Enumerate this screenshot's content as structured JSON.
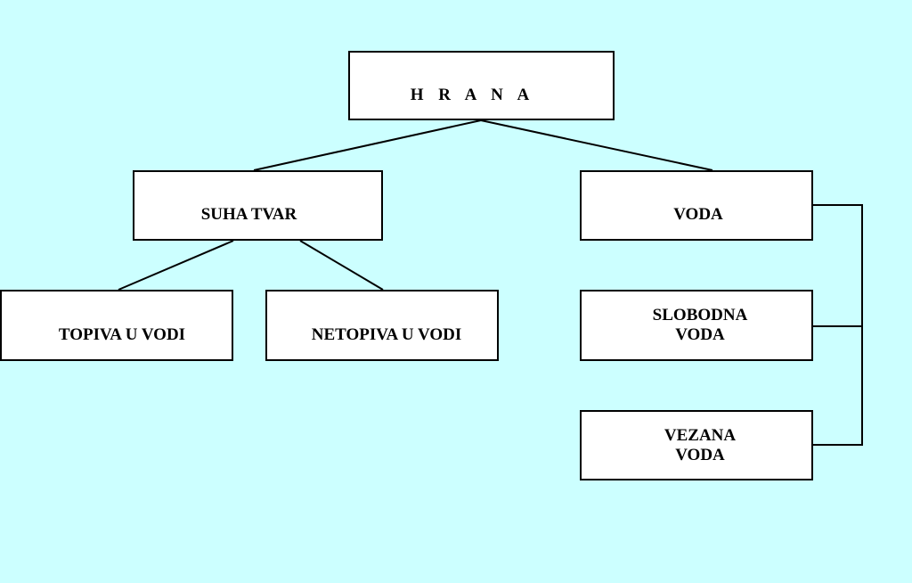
{
  "colors": {
    "background": "#ccffff",
    "box_fill": "#ffffff",
    "stroke": "#000000"
  },
  "nodes": {
    "hrana": "H R A N A",
    "suha_tvar": "SUHA TVAR",
    "voda": "VODA",
    "topiva": "TOPIVA U VODI",
    "netopiva": "NETOPIVA U VODI",
    "slobodna_voda": "SLOBODNA\nVODA",
    "vezana_voda": "VEZANA\nVODA"
  }
}
